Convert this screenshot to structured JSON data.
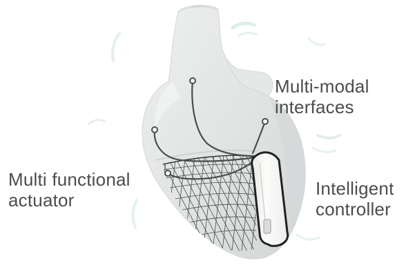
{
  "labels": {
    "multimodal": {
      "line1": "Multi-modal",
      "line2": "interfaces"
    },
    "actuator": {
      "line1": "Multi functional",
      "line2": "actuator"
    },
    "controller": {
      "line1": "Intelligent",
      "line2": "controller"
    }
  },
  "colors": {
    "text": "#4a4c4d",
    "heart_fill": "#e1e3e3",
    "heart_shade": "#cdd0d0",
    "heart_light": "#eeefef",
    "wire": "#4a4c4d",
    "mesh": "#2e3233",
    "controller_fill": "#f8f8f6",
    "background_swirls": "#d8ece6"
  }
}
